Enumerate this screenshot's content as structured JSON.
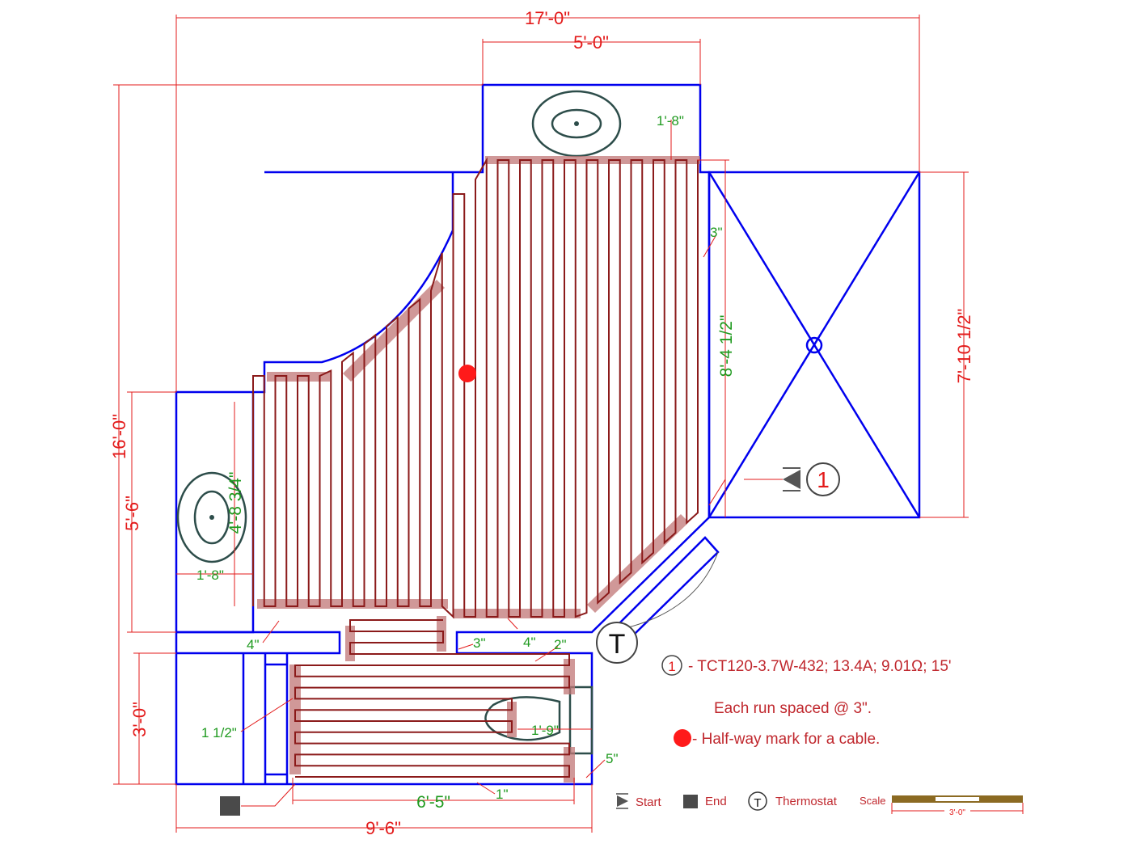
{
  "dimensions": {
    "overall_width": "17'-0\"",
    "alcove_width": "5'-0\"",
    "overall_height": "16'-0\"",
    "left_room_height": "5'-6\"",
    "bottom_room_height": "3'-0\"",
    "shower_height": "7'-10 1/2\"",
    "bottom_width": "9'-6\"",
    "run_height_main": "8'-4 1/2\"",
    "run_height_left": "4'-8 3/4\"",
    "sink_top_offset": "1'-8\"",
    "sink_left_offset": "1'-8\"",
    "shower_gap": "3\"",
    "left_gap": "4\"",
    "mid_gap_3": "3\"",
    "mid_gap_4": "4\"",
    "mid_gap_2": "2\"",
    "bottom_left_gap": "1 1/2\"",
    "toilet_offset": "1'-9\"",
    "right_gap": "5\"",
    "bottom_gap": "1\"",
    "bottom_run_length": "6'-5\""
  },
  "markers": {
    "cable_number": "1",
    "thermostat_letter": "T"
  },
  "legend": {
    "cable_number": "1",
    "cable_spec": "- TCT120-3.7W-432; 13.4A; 9.01Ω; 15'",
    "spacing_note": "Each run spaced @ 3\".",
    "halfway_note": "- Half-way mark for a cable.",
    "start_label": "Start",
    "end_label": "End",
    "thermostat_letter": "T",
    "thermostat_label": "Thermostat",
    "scale_label": "Scale",
    "scale_value": "3'-0\""
  },
  "colors": {
    "wall": "#0000ee",
    "cable": "#8b1a1a",
    "dimension": "#e31b1b",
    "dimension_text": "#1f9a1f",
    "halfway": "#ff1a1a"
  }
}
